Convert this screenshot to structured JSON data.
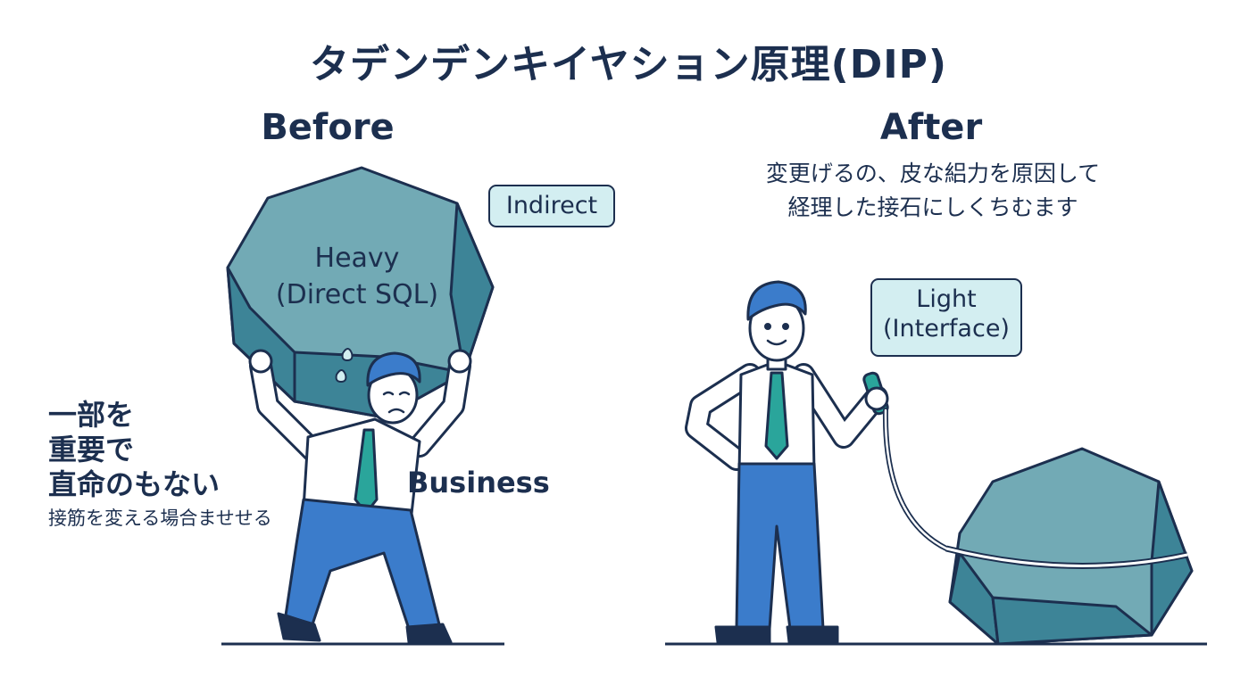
{
  "title": "タデンデンキイヤション原理(DIP)",
  "before": {
    "heading": "Before",
    "rock_label_line1": "Heavy",
    "rock_label_line2": "(Direct SQL)",
    "indirect_tag": "Indirect",
    "business_label": "Business",
    "note_line1": "一部を",
    "note_line2": "重要で",
    "note_line3": "直命のもない",
    "note_line4": "接筋を変える場合ませせる"
  },
  "after": {
    "heading": "After",
    "desc_line1": "変更げるの、皮な絽力を原因して",
    "desc_line2": "経理した接石にしくちむます",
    "light_tag_line1": "Light",
    "light_tag_line2": "(Interface)"
  },
  "colors": {
    "navy": "#1c2f4f",
    "rock": "#72aab5",
    "rock_dark": "#3d8497",
    "shirt": "#ffffff",
    "tie": "#2aa59b",
    "pants": "#3b7ccb",
    "tag_bg": "#d3eef1"
  }
}
